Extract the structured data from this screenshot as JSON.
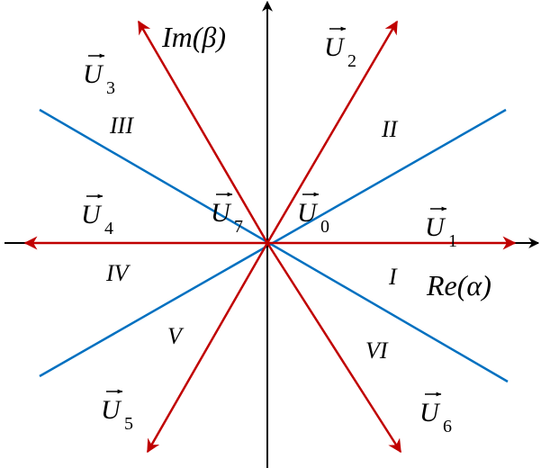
{
  "colors": {
    "axis": "#000000",
    "vector": "#c00000",
    "sector_line": "#0070c0"
  },
  "axes": {
    "real": "Re(α)",
    "imag": "Im(β)"
  },
  "vectors": [
    {
      "name": "U",
      "sub": "1"
    },
    {
      "name": "U",
      "sub": "2"
    },
    {
      "name": "U",
      "sub": "3"
    },
    {
      "name": "U",
      "sub": "4"
    },
    {
      "name": "U",
      "sub": "5"
    },
    {
      "name": "U",
      "sub": "6"
    },
    {
      "name": "U",
      "sub": "7"
    },
    {
      "name": "U",
      "sub": "0"
    }
  ],
  "sectors": [
    "I",
    "II",
    "III",
    "IV",
    "V",
    "VI"
  ]
}
